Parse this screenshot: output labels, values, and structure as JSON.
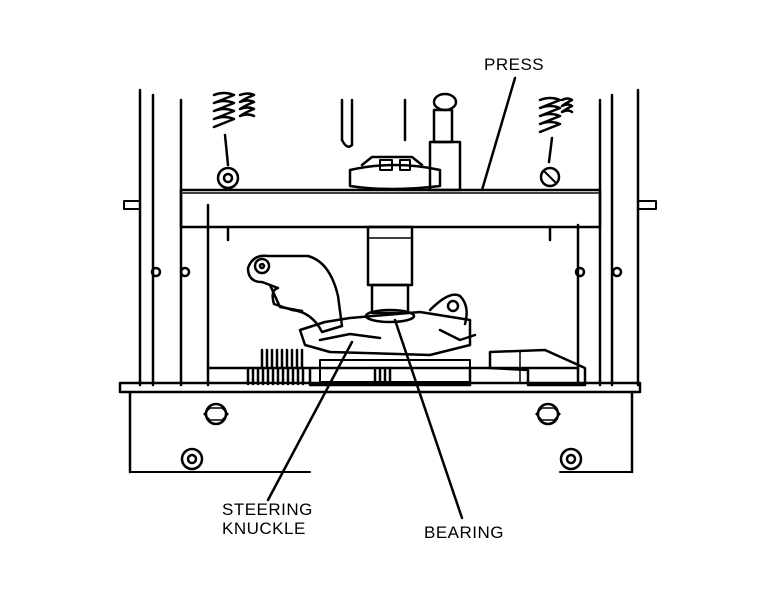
{
  "figure": {
    "labels": {
      "press": "PRESS",
      "steering_line1": "STEERING",
      "steering_line2": "KNUCKLE",
      "bearing": "BEARING"
    },
    "colors": {
      "ink": "#000000",
      "paper": "#ffffff"
    }
  }
}
